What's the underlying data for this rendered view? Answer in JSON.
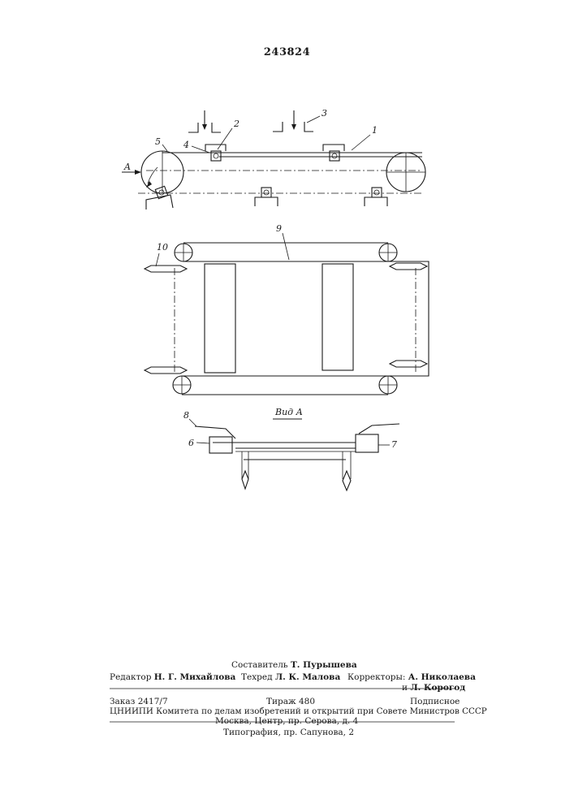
{
  "header": {
    "patent_number": "243824"
  },
  "labels": {
    "l1": "1",
    "l2": "2",
    "l3": "3",
    "l4": "4",
    "l5": "5",
    "l6": "6",
    "l7": "7",
    "l8": "8",
    "l9": "9",
    "l10": "10",
    "arrow_a": "A",
    "view_a": "Вид А"
  },
  "imprint": {
    "compiler_role": "Составитель",
    "compiler_name": "Т. Пурышева",
    "editor_role": "Редактор",
    "editor_name": "Н. Г. Михайлова",
    "techred_role": "Техред",
    "techred_name": "Л. К. Малова",
    "correctors_role": "Корректоры:",
    "corrector1": "А. Николаева",
    "corrector2_prefix": "и",
    "corrector2": "Л. Корогод",
    "order": "Заказ 2417/7",
    "circulation": "Тираж 480",
    "subscription": "Подписное",
    "org_line": "ЦНИИПИ Комитета по делам изобретений и открытий при Совете Министров СССР",
    "address": "Москва, Центр, пр. Серова, д. 4",
    "printing": "Типография, пр. Сапунова, 2"
  },
  "colors": {
    "ink": "#1a1a1a",
    "paper": "#ffffff"
  }
}
